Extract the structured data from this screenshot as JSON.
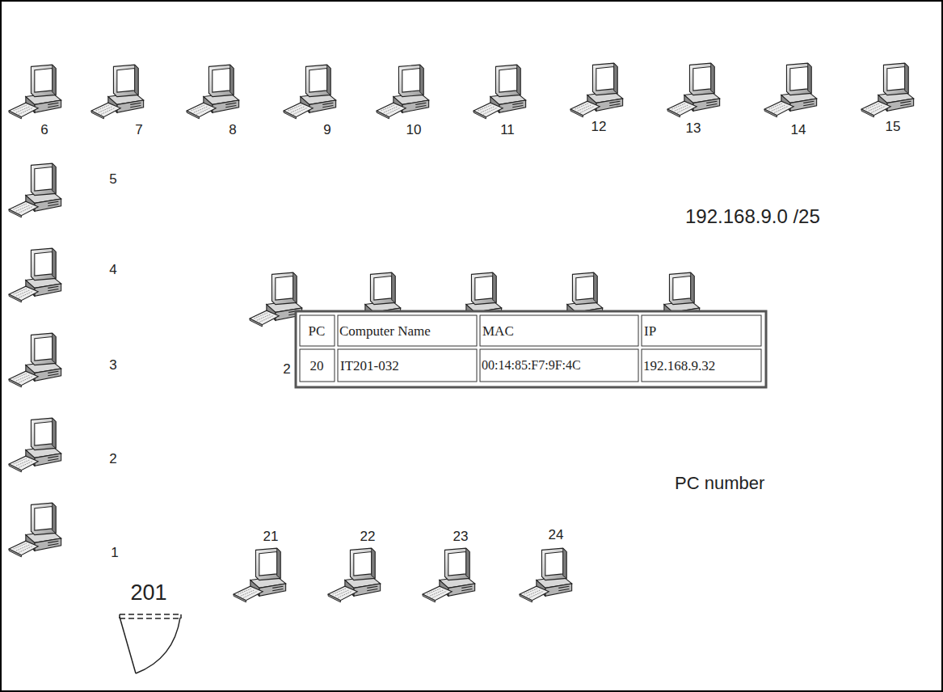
{
  "diagram": {
    "labels": [
      "6",
      "7",
      "8",
      "9",
      "10",
      "11",
      "12",
      "13",
      "14",
      "15",
      "5",
      "4",
      "3",
      "2",
      "1",
      "192.168.9.0 /25",
      "2",
      "PC",
      "Computer Name",
      "MAC",
      "IP",
      "20",
      "IT201-032",
      "00:14:85:F7:9F:4C",
      "192.168.9.32",
      "PC number",
      "21",
      "22",
      "23",
      "24",
      "201"
    ]
  }
}
